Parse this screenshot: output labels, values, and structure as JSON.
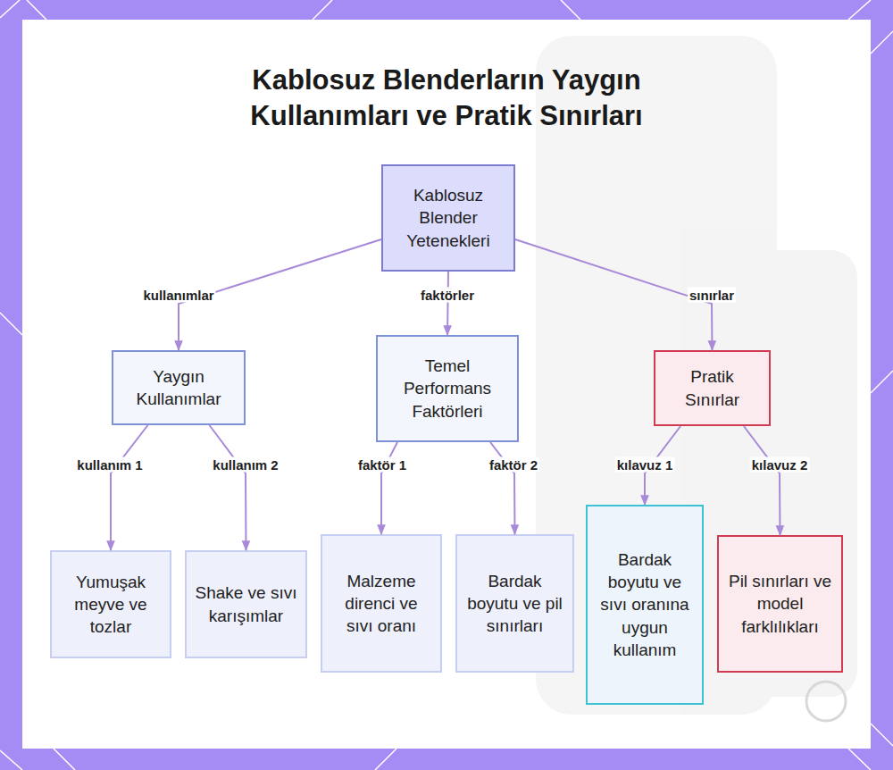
{
  "diagram": {
    "title": "Kablosuz Blenderların Yaygın Kullanımları ve Pratik Sınırları",
    "nodes": [
      {
        "text": [
          "Kablosuz Blender Yetenekleri"
        ]
      },
      {
        "text": [
          "Yaygın Kullanımlar"
        ]
      },
      {
        "text": [
          "Temel Performans Faktörleri"
        ]
      },
      {
        "text": [
          "Pratik Sınırlar"
        ]
      },
      {
        "text": [
          "Yumuşak meyve ve tozlar"
        ]
      },
      {
        "text": [
          "Shake ve sıvı karışımlar"
        ]
      },
      {
        "text": [
          "Malzeme direnci ve sıvı oranı"
        ]
      },
      {
        "text": [
          "Bardak boyutu ve pil sınırları"
        ]
      },
      {
        "text": [
          "Bardak boyutu ve sıvı oranına uygun kullanım"
        ]
      },
      {
        "text": [
          "Pil sınırları ve model farklılıkları"
        ]
      }
    ],
    "edges": [
      {
        "from": 0,
        "to": 1,
        "label": "kullanımlar",
        "arrow": "to"
      },
      {
        "from": 0,
        "to": 2,
        "label": "faktörler",
        "arrow": "to"
      },
      {
        "from": 0,
        "to": 3,
        "label": "sınırlar",
        "arrow": "to"
      },
      {
        "from": 1,
        "to": 4,
        "label": "kullanım 1",
        "arrow": "to"
      },
      {
        "from": 1,
        "to": 5,
        "label": "kullanım 2",
        "arrow": "to"
      },
      {
        "from": 2,
        "to": 6,
        "label": "faktör 1",
        "arrow": "to"
      },
      {
        "from": 2,
        "to": 7,
        "label": "faktör 2",
        "arrow": "to"
      },
      {
        "from": 3,
        "to": 8,
        "label": "kılavuz 1",
        "arrow": "to"
      },
      {
        "from": 3,
        "to": 9,
        "label": "kılavuz 2",
        "arrow": "to"
      }
    ]
  }
}
